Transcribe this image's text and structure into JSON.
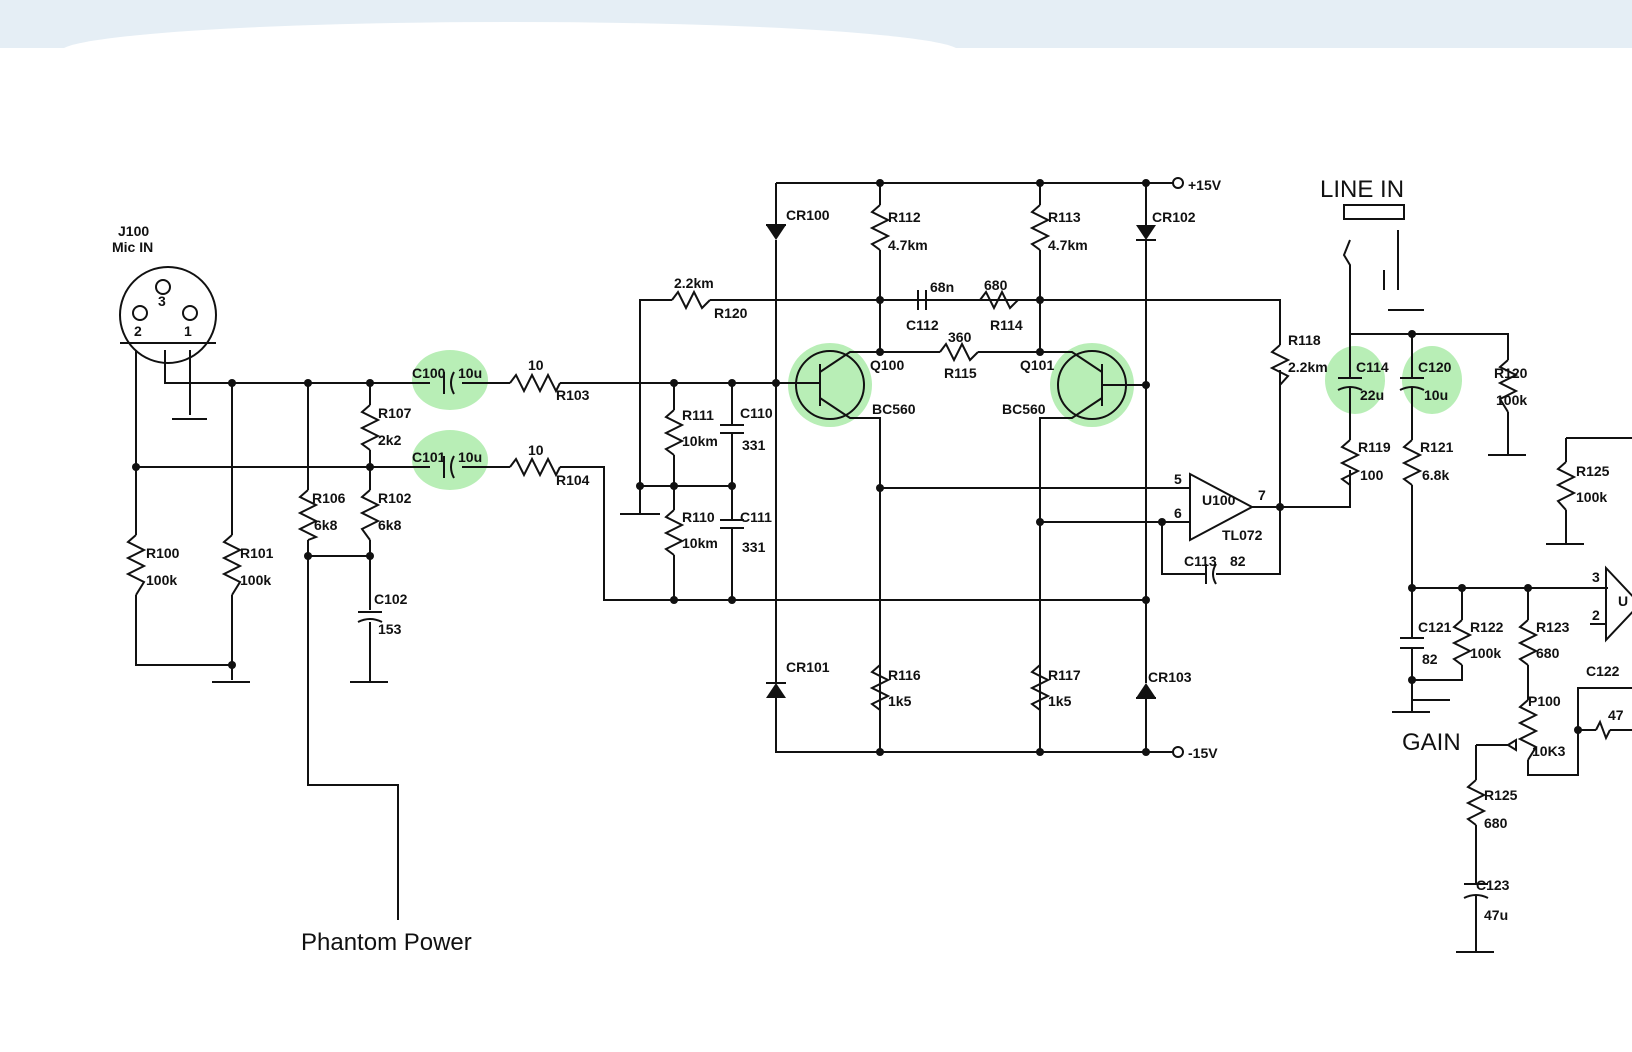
{
  "caption": "Phantom Power",
  "labels": {
    "j100": "J100",
    "mic_in": "Mic IN",
    "pin1": "1",
    "pin2": "2",
    "pin3": "3",
    "c100": "C100",
    "c100_val": "10u",
    "c101": "C101",
    "c101_val": "10u",
    "r103": "R103",
    "r103_val": "10",
    "r104": "R104",
    "r104_val": "10",
    "r107": "R107",
    "r107_val": "2k2",
    "r106": "R106",
    "r106_val": "6k8",
    "r102": "R102",
    "r102_val": "6k8",
    "c102": "C102",
    "c102_val": "153",
    "r100": "R100",
    "r100_val": "100k",
    "r101": "R101",
    "r101_val": "100k",
    "r120a": "R120",
    "r120a_val": "2.2km",
    "r111": "R111",
    "r111_val": "10km",
    "r110": "R110",
    "r110_val": "10km",
    "c110": "C110",
    "c110_val": "331",
    "c111": "C111",
    "c111_val": "331",
    "cr100": "CR100",
    "cr101": "CR101",
    "cr102": "CR102",
    "cr103": "CR103",
    "r112": "R112",
    "r112_val": "4.7km",
    "r113": "R113",
    "r113_val": "4.7km",
    "c112": "C112",
    "c112_val": "68n",
    "r114": "R114",
    "r114_val": "680",
    "r115": "R115",
    "r115_val": "360",
    "q100": "Q100",
    "q101": "Q101",
    "bc560a": "BC560",
    "bc560b": "BC560",
    "r116": "R116",
    "r116_val": "1k5",
    "r117": "R117",
    "r117_val": "1k5",
    "plus15": "+15V",
    "minus15": "-15V",
    "r118": "R118",
    "r118_val": "2.2km",
    "u100": "U100",
    "tl072": "TL072",
    "pin5": "5",
    "pin6": "6",
    "pin7": "7",
    "c113": "C113",
    "c113_val": "82",
    "line_in": "LINE IN",
    "c114": "C114",
    "c114_val": "22u",
    "c120": "C120",
    "c120_val": "10u",
    "r120b": "R120",
    "r120b_val": "100k",
    "r119": "R119",
    "r119_val": "100",
    "r121": "R121",
    "r121_val": "6.8k",
    "r125a": "R125",
    "r125a_val": "100k",
    "c121": "C121",
    "c121_val": "82",
    "r122": "R122",
    "r122_val": "100k",
    "r123": "R123",
    "r123_val": "680",
    "c122": "C122",
    "c122_val": "47",
    "p100": "P100",
    "p100_val": "10K3",
    "gain": "GAIN",
    "r125b": "R125",
    "r125b_val": "680",
    "c123": "C123",
    "c123_val": "47u",
    "u_pin3": "3",
    "u_pin2": "2",
    "u_name": "U"
  },
  "colors": {
    "highlight": "#7ee07a",
    "ink": "#111111",
    "topbar": "#e5eef5"
  }
}
